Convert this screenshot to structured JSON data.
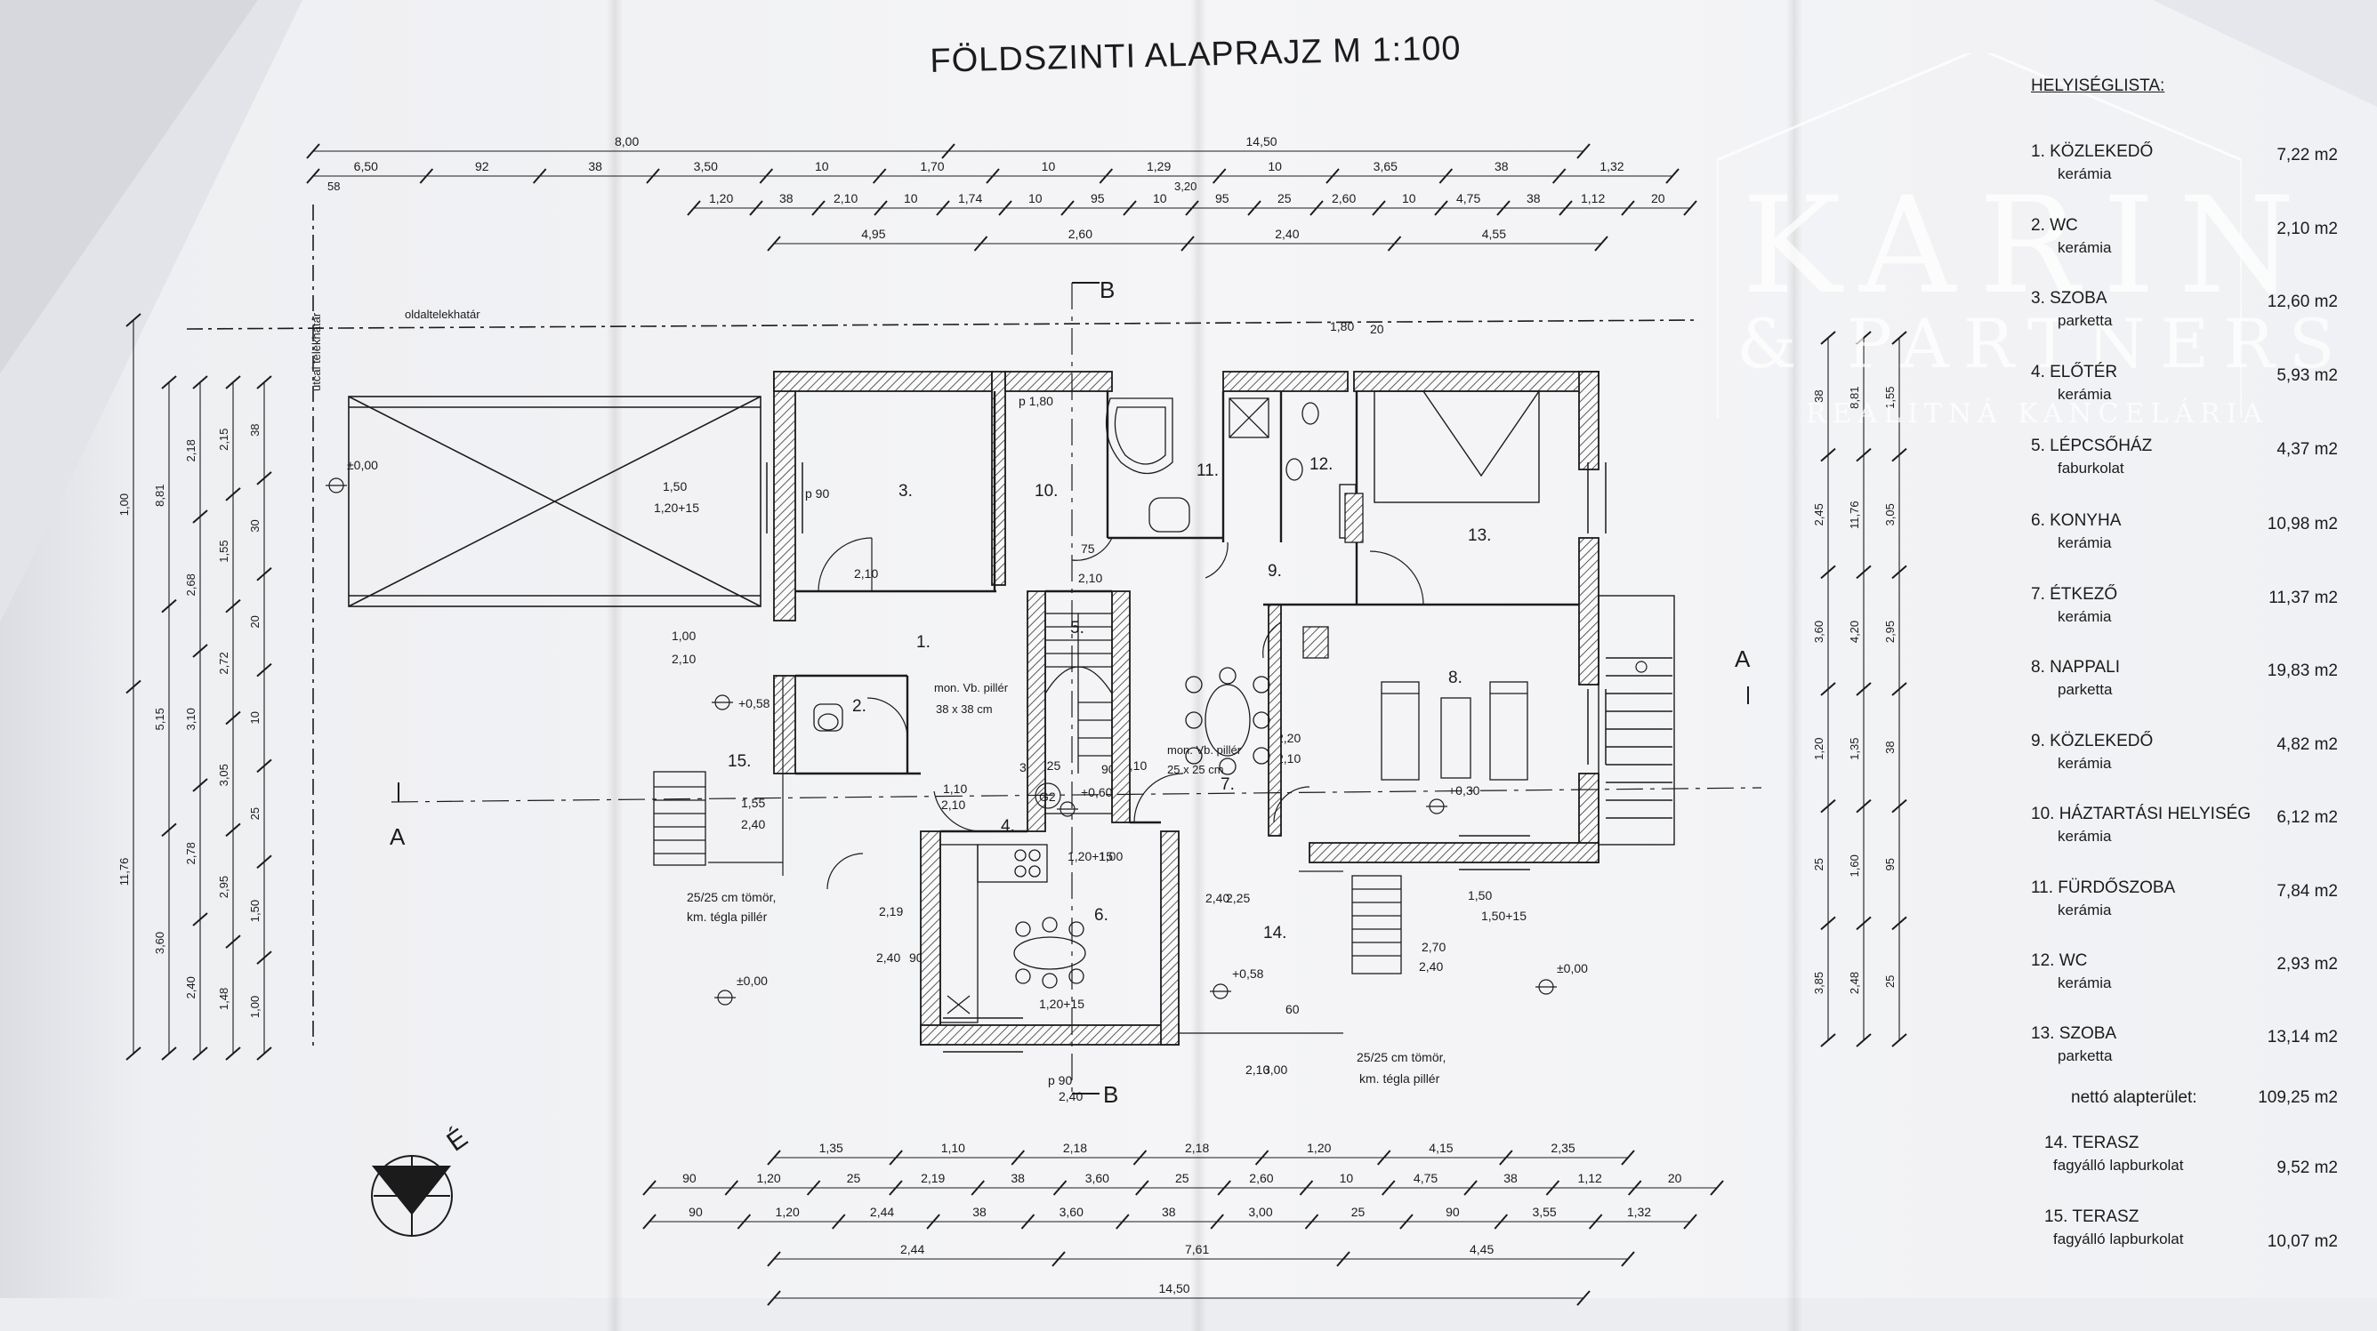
{
  "plan": {
    "title": "FÖLDSZINTI ALAPRAJZ  M 1:100",
    "labels": {
      "side_boundary": "oldaltelekhatár",
      "street_boundary": "utcai telekhatár",
      "section_a": "A",
      "section_b": "B",
      "pillar_note_1": "25/25 cm tömör,",
      "pillar_note_2": "km. tégla pillér",
      "mon_pillar": "mon. Vb. pillér",
      "mon_pillar_size": "38 x 38 cm",
      "mon_pillar_2": "mon. Vb. pillér",
      "mon_pillar_2_size": "25 x 25 cm",
      "level_zero": "±0,00",
      "level_p058": "+0,58",
      "level_p060": "+0,60",
      "level_p030": "+0,30",
      "g2": "G2"
    },
    "rooms": [
      "1.",
      "2.",
      "3.",
      "4.",
      "5.",
      "6.",
      "7.",
      "8.",
      "9.",
      "10.",
      "11.",
      "12.",
      "13.",
      "14.",
      "15."
    ],
    "top_dims_row1": [
      "8,00",
      "14,50"
    ],
    "top_dims_row2": [
      "6,50",
      "92",
      "38",
      "3,50",
      "10",
      "1,70",
      "10",
      "1,29",
      "10",
      "3,65",
      "38",
      "1,32"
    ],
    "top_dims_row3": [
      "1,20",
      "38",
      "2,10",
      "10",
      "1,74",
      "10",
      "95",
      "10",
      "95",
      "25",
      "2,60",
      "10",
      "4,75",
      "38",
      "1,12",
      "20"
    ],
    "top_dims_row4": [
      "4,95",
      "2,60",
      "2,40",
      "4,55"
    ],
    "top_dims_misc": [
      "58",
      "3,20"
    ],
    "bottom_dims_row1": [
      "1,35",
      "1,10",
      "2,18",
      "2,18",
      "1,20",
      "4,15",
      "2,35"
    ],
    "bottom_dims_row2": [
      "90",
      "1,20",
      "25",
      "2,19",
      "38",
      "3,60",
      "25",
      "2,60",
      "10",
      "4,75",
      "38",
      "1,12",
      "20"
    ],
    "bottom_dims_row3": [
      "90",
      "1,20",
      "2,44",
      "38",
      "3,60",
      "38",
      "3,00",
      "25",
      "90",
      "3,55",
      "1,32"
    ],
    "bottom_dims_row4": [
      "2,44",
      "7,61",
      "4,45"
    ],
    "bottom_dims_row5": [
      "14,50"
    ],
    "left_dims": [
      "1,00",
      "11,76",
      "8,81",
      "5,15",
      "3,60",
      "2,18",
      "2,68",
      "3,10",
      "2,78",
      "2,40",
      "2,15",
      "1,55",
      "2,72",
      "3,05",
      "2,95",
      "1,48",
      "38",
      "30",
      "20",
      "10",
      "25",
      "1,50",
      "1,00"
    ],
    "right_dims": [
      "38",
      "2,45",
      "3,60",
      "1,20",
      "25",
      "3,85",
      "8,81",
      "11,76",
      "4,20",
      "1,35",
      "1,60",
      "2,48",
      "1,55",
      "3,05",
      "2,95",
      "38",
      "95",
      "25"
    ],
    "inner_dims": [
      "1,50",
      "1,20+15",
      "1,00",
      "2,10",
      "1,55",
      "2,40",
      "p 1,80",
      "p 90",
      "2,10",
      "75",
      "2,10",
      "1,10",
      "2,10",
      "36",
      "2,25",
      "90",
      "2,10",
      "2,20",
      "2,10",
      "1,50",
      "1,50+15",
      "2,70",
      "2,40",
      "2,19",
      "2,40",
      "90",
      "1,20+15",
      "1,00",
      "2,40",
      "2,25",
      "2,10",
      "3,00",
      "2,40",
      "1,20+15",
      "p 90",
      "60",
      "1,80",
      "20"
    ]
  },
  "legend": {
    "heading": "HELYISÉGLISTA:",
    "rooms": [
      {
        "name": "1. KÖZLEKEDŐ",
        "material": "kerámia",
        "area": "7,22 m2"
      },
      {
        "name": "2. WC",
        "material": "kerámia",
        "area": "2,10 m2"
      },
      {
        "name": "3. SZOBA",
        "material": "parketta",
        "area": "12,60 m2"
      },
      {
        "name": "4. ELŐTÉR",
        "material": "kerámia",
        "area": "5,93 m2"
      },
      {
        "name": "5. LÉPCSŐHÁZ",
        "material": "faburkolat",
        "area": "4,37 m2"
      },
      {
        "name": "6. KONYHA",
        "material": "kerámia",
        "area": "10,98 m2"
      },
      {
        "name": "7. ÉTKEZŐ",
        "material": "kerámia",
        "area": "11,37 m2"
      },
      {
        "name": "8. NAPPALI",
        "material": "parketta",
        "area": "19,83 m2"
      },
      {
        "name": "9. KÖZLEKEDŐ",
        "material": "kerámia",
        "area": "4,82 m2"
      },
      {
        "name": "10. HÁZTARTÁSI HELYISÉG",
        "material": "kerámia",
        "area": "6,12 m2"
      },
      {
        "name": "11. FÜRDŐSZOBA",
        "material": "kerámia",
        "area": "7,84 m2"
      },
      {
        "name": "12. WC",
        "material": "kerámia",
        "area": "2,93 m2"
      },
      {
        "name": "13. SZOBA",
        "material": "parketta",
        "area": "13,14 m2"
      }
    ],
    "net_label": "nettó alapterület:",
    "net_area": "109,25 m2",
    "terraces": [
      {
        "name": "14. TERASZ",
        "material": "fagyálló lapburkolat",
        "area": "9,52 m2"
      },
      {
        "name": "15. TERASZ",
        "material": "fagyálló lapburkolat",
        "area": "10,07 m2"
      }
    ]
  },
  "watermark": {
    "line1": "KARIN",
    "line2": "& PARTNERS",
    "line3": "REALITNÁ KANCELÁRIA"
  },
  "colors": {
    "paper": "#f4f4f6",
    "paper_shadow": "#dfe0e5",
    "ink": "#1b1b1b",
    "wall_hatch": "#2a2a2a"
  }
}
